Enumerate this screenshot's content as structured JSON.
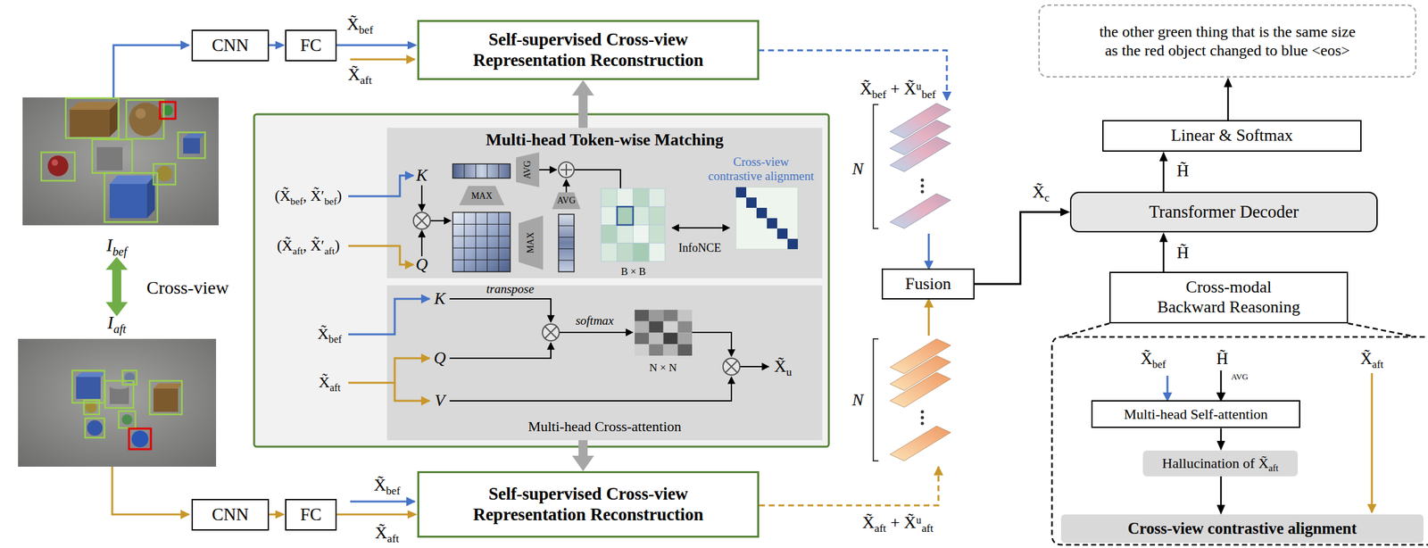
{
  "diagram": {
    "nodes": [
      {
        "text": [
          "Self-supervised Cross-view Representation Reconstruction"
        ]
      },
      {
        "text": [
          "CNN"
        ]
      },
      {
        "text": [
          "FC"
        ]
      },
      {
        "text": [
          "Multi-head Token-wise Matching"
        ]
      },
      {
        "text": [
          "Multi-head Cross-attention"
        ]
      },
      {
        "text": [
          "CNN"
        ]
      },
      {
        "text": [
          "FC"
        ]
      },
      {
        "text": [
          "Self-supervised Cross-view Representation Reconstruction"
        ]
      },
      {
        "text": [
          "Fusion"
        ]
      },
      {
        "text": [
          "the other green thing that is the same size as the red object changed to blue <eos>"
        ]
      },
      {
        "text": [
          "Linear & Softmax"
        ]
      },
      {
        "text": [
          "Transformer Decoder"
        ]
      },
      {
        "text": [
          "Cross-modal Backward Reasoning"
        ]
      },
      {
        "text": [
          "Multi-head Self-attention"
        ]
      },
      {
        "text": [
          "Hallucination of X̃aft"
        ]
      },
      {
        "text": [
          "Cross-view contrastive alignment"
        ]
      }
    ],
    "edges": [
      {
        "from": 1,
        "to": 2,
        "arrow": "to"
      },
      {
        "from": 2,
        "to": 0,
        "arrow": "to"
      },
      {
        "from": 5,
        "to": 6,
        "arrow": "to"
      },
      {
        "from": 6,
        "to": 7,
        "arrow": "to"
      },
      {
        "from": 3,
        "to": 0,
        "arrow": "to"
      },
      {
        "from": 4,
        "to": 7,
        "arrow": "to"
      },
      {
        "from": 8,
        "to": 11,
        "arrow": "to",
        "label": "X̃c"
      },
      {
        "from": 11,
        "to": 10,
        "arrow": "to",
        "label": "H̃"
      },
      {
        "from": 10,
        "to": 9,
        "arrow": "to"
      },
      {
        "from": 12,
        "to": 11,
        "arrow": "to",
        "label": "H̃"
      },
      {
        "from": 13,
        "to": 14,
        "arrow": "to"
      },
      {
        "from": 14,
        "to": 15,
        "arrow": "to"
      }
    ],
    "labels": [
      "X̃bef",
      "X̃aft",
      "Ibef",
      "Cross-view",
      "Iaft",
      "X̃bef",
      "X̃aft",
      "(X̃bef, X̃′bef)",
      "(X̃aft, X̃′aft)",
      "K",
      "Q",
      "AVG",
      "MAX",
      "MAX",
      "AVG",
      "Cross-view contrastive alignment",
      "InfoNCE",
      "B × B",
      "X̃bef",
      "X̃aft",
      "K",
      "transpose",
      "Q",
      "V",
      "softmax",
      "N × N",
      "X̃u",
      "X̃bef + X̃ᵘbef",
      "N",
      "N",
      "X̃aft + X̃ᵘaft",
      "X̃bef",
      "H̃",
      "AVG",
      "X̃aft"
    ]
  }
}
